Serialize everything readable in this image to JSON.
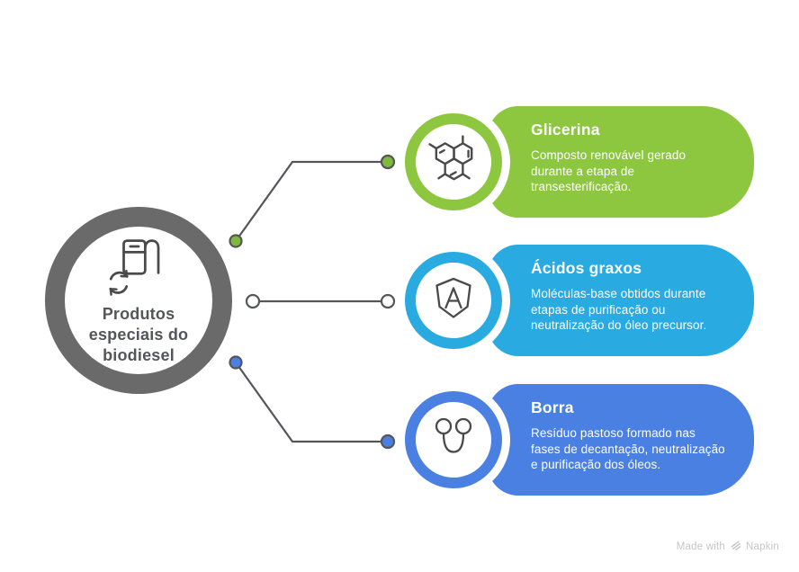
{
  "center": {
    "title": "Produtos\nespeciais do\nbiodiesel",
    "icon": "fuel-pump-recycle-icon"
  },
  "items": [
    {
      "title": "Glicerina",
      "description": "Composto renovável gerado\ndurante a etapa de\ntransesterificação.",
      "color": "#8DC63F",
      "dot_color": "#7EB93E",
      "icon": "molecule-icon"
    },
    {
      "title": "Ácidos graxos",
      "description": "Moléculas-base obtidos durante\netapas de purificação ou\nneutralização do óleo precursor.",
      "color": "#29ABE2",
      "dot_color": "#FFFFFF",
      "icon": "shield-a-icon"
    },
    {
      "title": "Borra",
      "description": "Resíduo pastoso formado nas\nfases de decantação, neutralização\ne purificação dos óleos.",
      "color": "#4A80E2",
      "dot_color": "#4A80E2",
      "icon": "u-loop-icon"
    }
  ],
  "colors": {
    "background": "#FFFFFF",
    "center_ring": "#6A6A6A",
    "center_text": "#55565A",
    "connector_line": "#55565B",
    "icon_stroke": "#4A4A4A",
    "footer_text": "#C5C6C8"
  },
  "footer": {
    "made_with": "Made with",
    "brand": "Napkin"
  }
}
